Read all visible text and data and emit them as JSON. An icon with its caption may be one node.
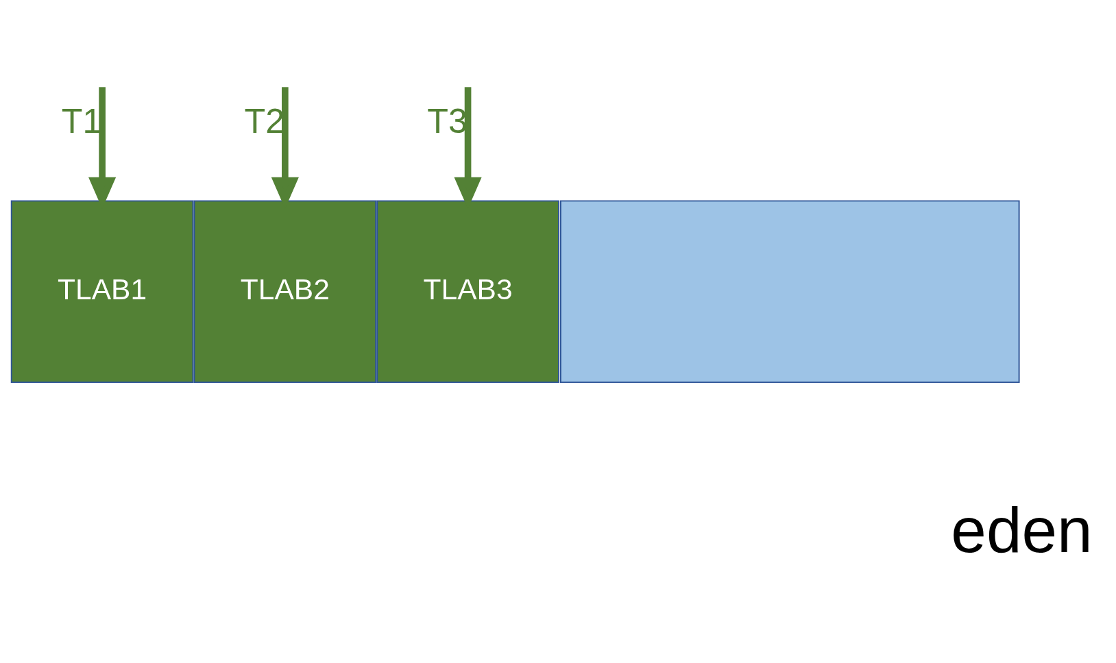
{
  "diagram": {
    "nodes": [
      {
        "text": [
          "TLAB1"
        ]
      },
      {
        "text": [
          "TLAB2"
        ]
      },
      {
        "text": [
          "TLAB3"
        ]
      },
      {
        "text": [],
        "shape": "box"
      }
    ],
    "edges": [
      {
        "from": null,
        "to": 0,
        "arrow": "to",
        "label": "T1"
      },
      {
        "from": null,
        "to": 1,
        "arrow": "to",
        "label": "T2"
      },
      {
        "from": null,
        "to": 2,
        "arrow": "to",
        "label": "T3"
      }
    ],
    "labels": [
      "eden"
    ]
  }
}
